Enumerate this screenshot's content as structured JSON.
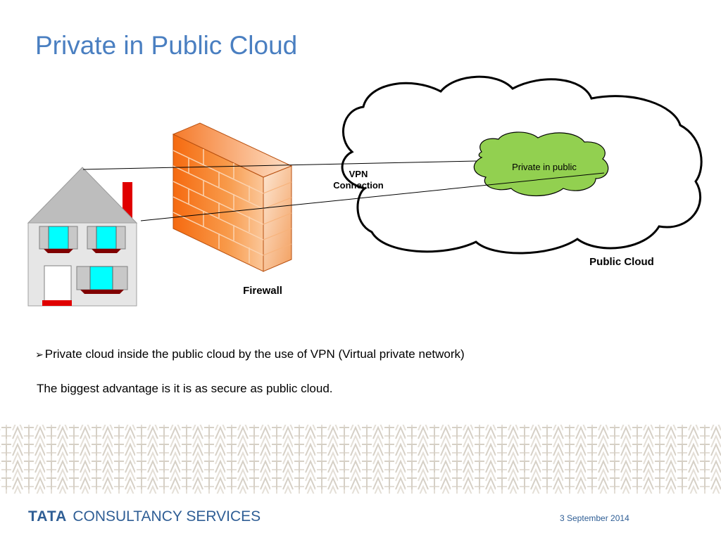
{
  "slide": {
    "title": "Private in Public Cloud",
    "bullet_marker": "➢",
    "bullet_text": "Private cloud inside the public cloud by the use of VPN (Virtual private network)",
    "paragraph": "The biggest advantage is it is as secure as public cloud."
  },
  "diagram": {
    "firewall_label": "Firewall",
    "vpn_label_line1": "VPN",
    "vpn_label_line2": "Connection",
    "private_label": "Private in public",
    "public_label": "Public Cloud"
  },
  "footer": {
    "brand": "TATA",
    "company": "CONSULTANCY SERVICES",
    "date": "3 September 2014"
  },
  "colors": {
    "title": "#4a7fc1",
    "firewall": "#f07a1e",
    "private_cloud": "#92d050",
    "window_glass": "#00ffff",
    "chimney": "#e00000",
    "footer_brand": "#2f5e95"
  }
}
